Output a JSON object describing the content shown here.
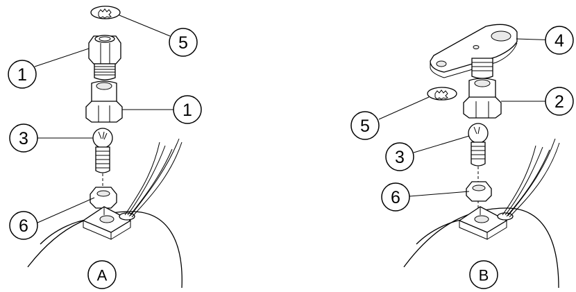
{
  "callouts": {
    "a_washer": "5",
    "a_upper_fitting": "1",
    "a_lower_fitting": "1",
    "a_ball_stud": "3",
    "a_nut": "6",
    "b_bracket": "4",
    "b_fitting": "2",
    "b_washer": "5",
    "b_ball_stud": "3",
    "b_nut": "6"
  },
  "panels": {
    "left": "A",
    "right": "B"
  }
}
